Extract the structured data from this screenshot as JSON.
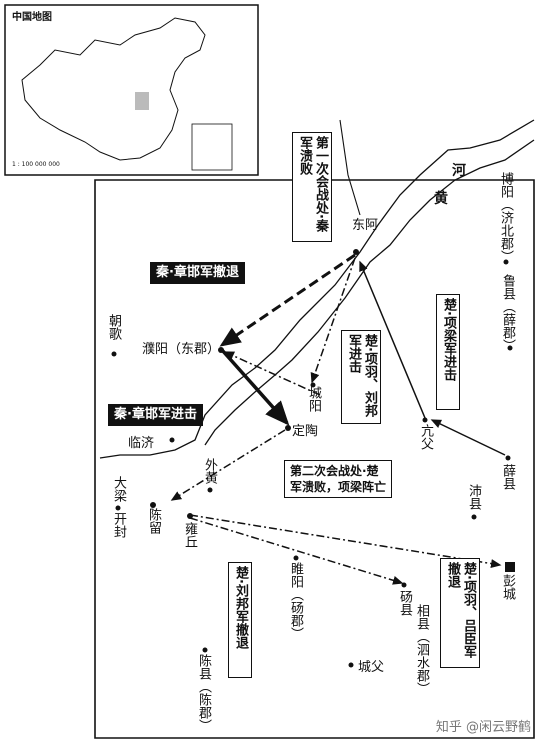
{
  "inset": {
    "title": "中国地图",
    "scale": "1 : 100 000 000"
  },
  "rivers": {
    "he": "河",
    "huang": "黄"
  },
  "places": {
    "dong_e": "东阿",
    "boyang": "博阳（济北郡）",
    "luxian": "鲁县（薛郡）",
    "chaoge": "朝歌",
    "puyang": "濮阳（东郡）",
    "chengyang": "城阳",
    "dingtao": "定陶",
    "kangfu": "亢父",
    "linji": "临济",
    "waihuang": "外黄",
    "daliang": "大梁",
    "kaifeng": "开封",
    "chenliu": "陈留",
    "yongqiu": "雍丘",
    "xuexian": "薛县",
    "peixian": "沛县",
    "pengcheng": "彭城",
    "suiyang": "睢阳（砀郡）",
    "dangxian": "砀县",
    "xiangxian": "相县（泗水郡）",
    "chengfu": "城父",
    "chenxian": "陈县（陈郡）"
  },
  "labels": {
    "battle1": "第一次会战处·秦军溃败",
    "chu_retreat1": "楚·项羽、刘邦军进击",
    "chu_xiangliang": "楚·项梁军进击",
    "battle2_line1": "第二次会战处·楚",
    "battle2_line2": "军溃败，项梁阵亡",
    "qin_retreat": "秦·章邯军撤退",
    "qin_advance": "秦·章邯军进击",
    "liubang_retreat": "楚·刘邦军撤退",
    "xiangyu_retreat": "楚·项羽、吕臣军撤退"
  },
  "watermark": "知乎 @闲云野鹤"
}
